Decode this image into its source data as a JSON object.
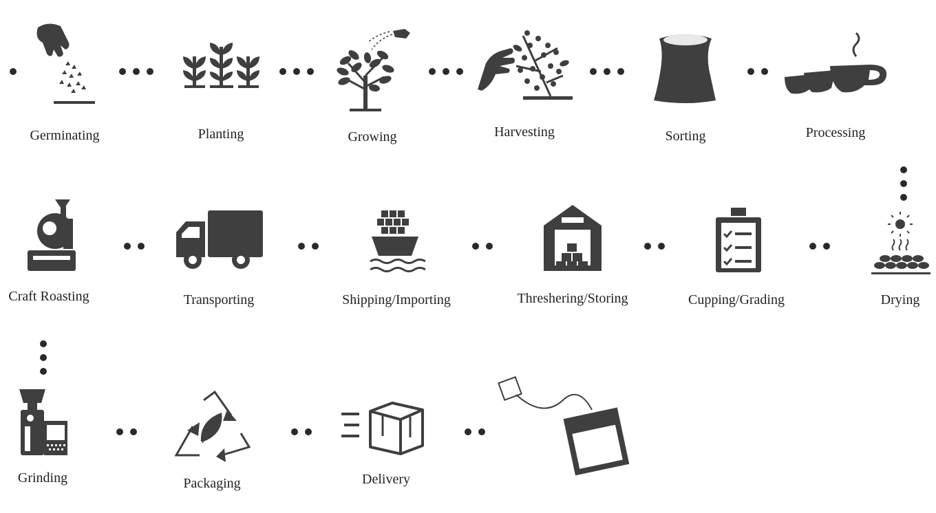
{
  "steps": [
    {
      "label": "Germinating",
      "icon": "seed-hand-icon"
    },
    {
      "label": "Planting",
      "icon": "seedlings-icon"
    },
    {
      "label": "Growing",
      "icon": "watering-tree-icon"
    },
    {
      "label": "Harvesting",
      "icon": "harvest-hand-icon"
    },
    {
      "label": "Sorting",
      "icon": "sack-icon"
    },
    {
      "label": "Processing",
      "icon": "cups-icon"
    },
    {
      "label": "Drying",
      "icon": "sun-beans-icon"
    },
    {
      "label": "Cupping/Grading",
      "icon": "clipboard-icon"
    },
    {
      "label": "Threshering/Storing",
      "icon": "warehouse-icon"
    },
    {
      "label": "Shipping/Importing",
      "icon": "ship-icon"
    },
    {
      "label": "Transporting",
      "icon": "truck-icon"
    },
    {
      "label": "Craft Roasting",
      "icon": "roaster-icon"
    },
    {
      "label": "Grinding",
      "icon": "grinder-icon"
    },
    {
      "label": "Packaging",
      "icon": "recycle-leaf-icon"
    },
    {
      "label": "Delivery",
      "icon": "delivery-box-icon"
    },
    {
      "label": "",
      "icon": "tea-bag-icon"
    }
  ],
  "colors": {
    "icon": "#3f3f3f",
    "dot": "#2a2a2a",
    "text": "#222222"
  }
}
